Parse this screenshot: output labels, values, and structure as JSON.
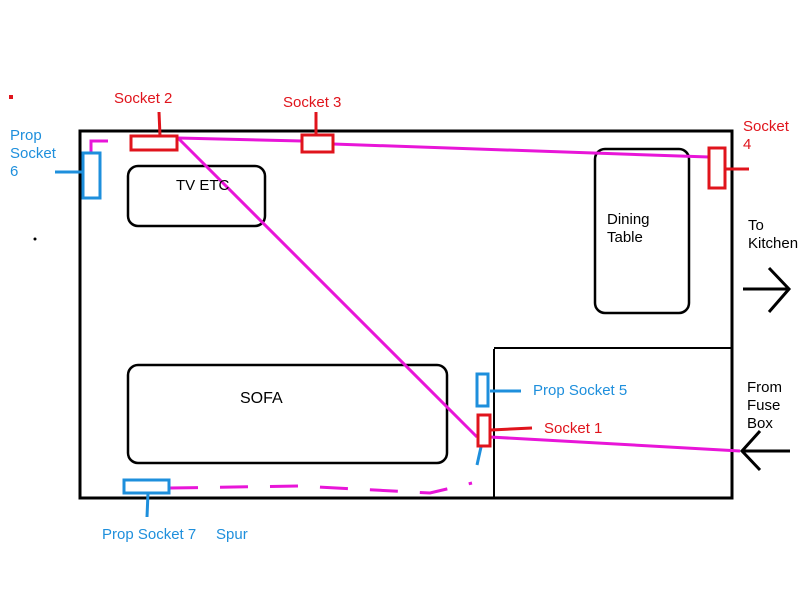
{
  "colors": {
    "wall": "#000000",
    "existing_socket": "#e0141c",
    "proposed_socket": "#1e8fdc",
    "ring_cable": "#e815d8"
  },
  "furniture": {
    "tv": "TV ETC",
    "sofa": "SOFA",
    "dining_line1": "Dining",
    "dining_line2": "Table"
  },
  "sockets": {
    "s1": "Socket 1",
    "s2": "Socket 2",
    "s3": "Socket 3",
    "s4_line1": "Socket",
    "s4_line2": "4",
    "p5": "Prop Socket 5",
    "p6_line1": "Prop",
    "p6_line2": "Socket",
    "p6_line3": "6",
    "p7": "Prop Socket 7",
    "spur": "Spur"
  },
  "annotations": {
    "kitchen_line1": "To",
    "kitchen_line2": "Kitchen",
    "fuse_line1": "From",
    "fuse_line2": "Fuse",
    "fuse_line3": "Box"
  }
}
